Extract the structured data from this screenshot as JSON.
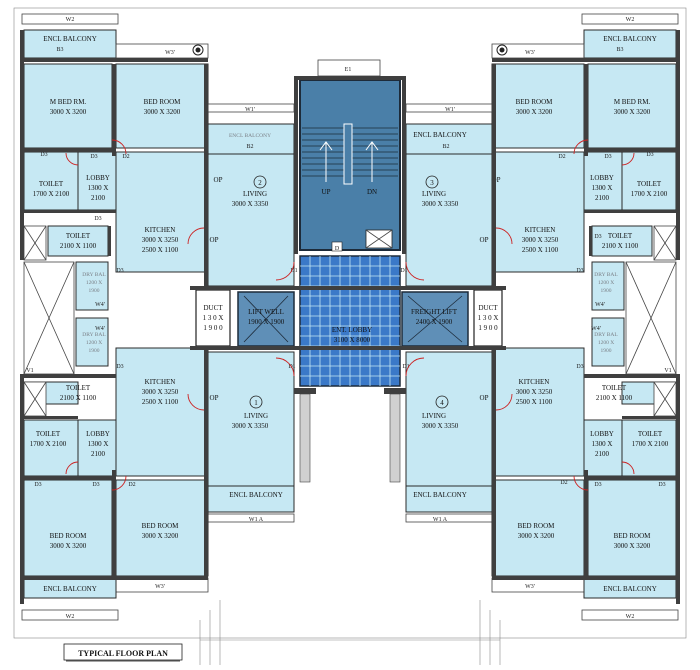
{
  "title": "TYPICAL FLOOR PLAN",
  "colors": {
    "room_fill": "#c6e8f3",
    "core_blue": "#4a7fa8",
    "wall": "#3f3f3f",
    "door_swing": "#cc2222"
  },
  "core": {
    "stair_top": "E1",
    "stair_up": "UP",
    "stair_dn": "DN",
    "stair_d": "D",
    "lobby_name": "ENT. LOBBY",
    "lobby_size": "3100 X 8000",
    "lift_well_name": "LIFT WELL",
    "lift_well_size": "1900 X 1900",
    "freight_lift_name": "FREIGHT LIFT",
    "freight_lift_size": "2400 X 1900",
    "duct_left_name": "DUCT",
    "duct_left_size_a": "1 3 0 X",
    "duct_left_size_b": "1 9 0 0",
    "duct_right_name": "DUCT",
    "duct_right_size_a": "1 3 0 X",
    "duct_right_size_b": "1 9 0 0",
    "d1": "D1"
  },
  "units": {
    "tl": {
      "number": "2",
      "w2": "W2",
      "encl_balcony_top": "ENCL BALCONY",
      "b3": "B3",
      "w3": "W3'",
      "w1": "W1'",
      "encl_balcony_mid": "ENCL BALCONY",
      "b2": "B2",
      "mbed_name": "M BED RM.",
      "mbed_size": "3000 X 3200",
      "bed_name": "BED ROOM",
      "bed_size": "3000 X 3200",
      "d3a": "D3",
      "d3b": "D3",
      "d2": "D2",
      "lobby_name": "LOBBY",
      "lobby_size_a": "1300 X",
      "lobby_size_b": "2100",
      "toilet1_name": "TOILET",
      "toilet1_size": "1700 X 2100",
      "toilet2_name": "TOILET",
      "toilet2_size": "2100 X 1100",
      "d3c": "D3",
      "d3d": "D3",
      "living_name": "LIVING",
      "living_size": "3000 X 3350",
      "op_a": "OP",
      "op_b": "OP",
      "kitchen_name": "KITCHEN",
      "kitchen_size_a": "3000 X 3250",
      "kitchen_size_b": "2500 X 1100",
      "v1": "V1",
      "w4": "W4'",
      "drybal_a": "DRY BAL",
      "drybal_b": "1200 X",
      "drybal_c": "1900"
    },
    "tr": {
      "number": "3",
      "w2": "W2",
      "encl_balcony_top": "ENCL BALCONY",
      "b3": "B3",
      "w3": "W3'",
      "w1": "W1'",
      "encl_balcony_mid": "ENCL BALCONY",
      "b2": "B2",
      "mbed_name": "M BED RM.",
      "mbed_size": "3000 X 3200",
      "bed_name": "BED ROOM",
      "bed_size": "3000 X 3200",
      "d3a": "D3",
      "d3b": "D3",
      "d2": "D2",
      "lobby_name": "LOBBY",
      "lobby_size_a": "1300 X",
      "lobby_size_b": "2100",
      "toilet1_name": "TOILET",
      "toilet1_size": "1700 X 2100",
      "toilet2_name": "TOILET",
      "toilet2_size": "2100 X 1100",
      "d3c": "D3",
      "d3d": "D3",
      "living_name": "LIVING",
      "living_size": "3000 X 3350",
      "op_a": "OP",
      "op_b": "OP",
      "kitchen_name": "KITCHEN",
      "kitchen_size_a": "3000 X 3250",
      "kitchen_size_b": "2500 X 1100",
      "v1": "V1",
      "w4": "W4'",
      "drybal_a": "DRY BAL",
      "drybal_b": "1200 X",
      "drybal_c": "1900"
    },
    "bl": {
      "number": "1",
      "w2": "W2",
      "encl_balcony_bottom": "ENCL BALCONY",
      "w3": "W3'",
      "w1a": "W1 A",
      "encl_balcony_mid": "ENCL BALCONY",
      "bed1_name": "BED ROOM",
      "bed1_size": "3000 X 3200",
      "bed2_name": "BED ROOM",
      "bed2_size": "3000 X 3200",
      "d3a": "D3",
      "d3b": "D3",
      "d2": "D2",
      "lobby_name": "LOBBY",
      "lobby_size_a": "1300 X",
      "lobby_size_b": "2100",
      "toilet1_name": "TOILET",
      "toilet1_size": "1700 X 2100",
      "toilet2_name": "TOILET",
      "toilet2_size": "2100 X 1100",
      "d3c": "D3",
      "living_name": "LIVING",
      "living_size": "3000 X 3350",
      "op_a": "OP",
      "kitchen_name": "KITCHEN",
      "kitchen_size_a": "3000 X 3250",
      "kitchen_size_b": "2500 X 1100",
      "v1": "V1",
      "w4": "W4'",
      "drybal_a": "DRY BAL",
      "drybal_b": "1200 X",
      "drybal_c": "1900"
    },
    "br": {
      "number": "4",
      "w2": "W2",
      "encl_balcony_bottom": "ENCL BALCONY",
      "w3": "W3'",
      "w1a": "W1 A",
      "encl_balcony_mid": "ENCL BALCONY",
      "bed1_name": "BED ROOM",
      "bed1_size": "3000 X 3200",
      "bed2_name": "BED ROOM",
      "bed2_size": "3000 X 3200",
      "d3a": "D3",
      "d3b": "D3",
      "d2": "D2",
      "lobby_name": "LOBBY",
      "lobby_size_a": "1300 X",
      "lobby_size_b": "2100",
      "toilet1_name": "TOILET",
      "toilet1_size": "1700 X 2100",
      "toilet2_name": "TOILET",
      "toilet2_size": "2100 X 1100",
      "d3c": "D3",
      "living_name": "LIVING",
      "living_size": "3000 X 3350",
      "op_a": "OP",
      "kitchen_name": "KITCHEN",
      "kitchen_size_a": "3000 X 3250",
      "kitchen_size_b": "2500 X 1100",
      "v1": "V1",
      "w4": "W4'",
      "drybal_a": "DRY BAL",
      "drybal_b": "1200 X",
      "drybal_c": "1900"
    }
  }
}
